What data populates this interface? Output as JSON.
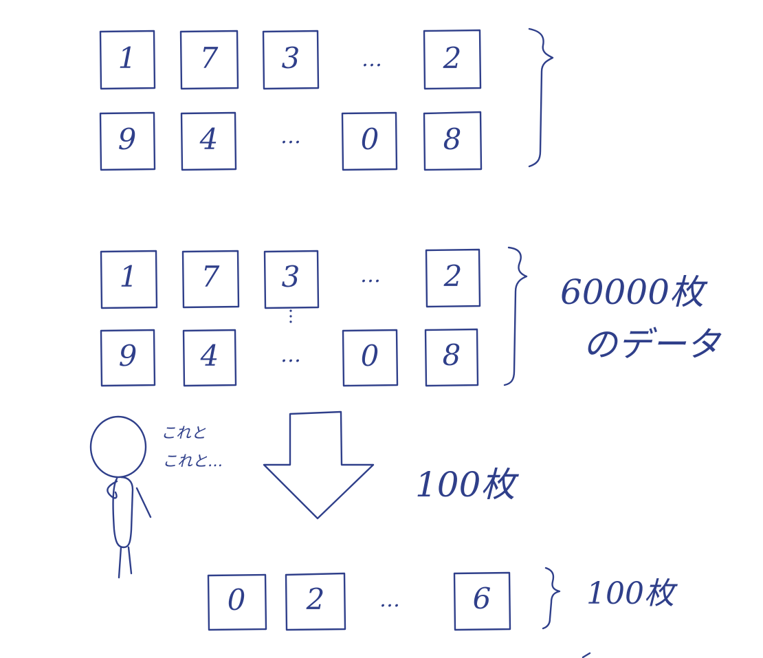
{
  "ink_color": "#2f3f8a",
  "ellipsis": "…",
  "group_top": {
    "row1": [
      "1",
      "7",
      "3",
      "2"
    ],
    "row2": [
      "9",
      "4",
      "0",
      "8"
    ]
  },
  "group_middle": {
    "row1": [
      "1",
      "7",
      "3",
      "2"
    ],
    "row2": [
      "9",
      "4",
      "0",
      "8"
    ],
    "label_line1": "60000枚",
    "label_line2": "のデータ"
  },
  "figure_speech": {
    "line1": "これと",
    "line2": "これと…"
  },
  "arrow_label": "100枚",
  "group_bottom": {
    "cards": [
      "0",
      "2",
      "6"
    ],
    "label": "100枚"
  }
}
